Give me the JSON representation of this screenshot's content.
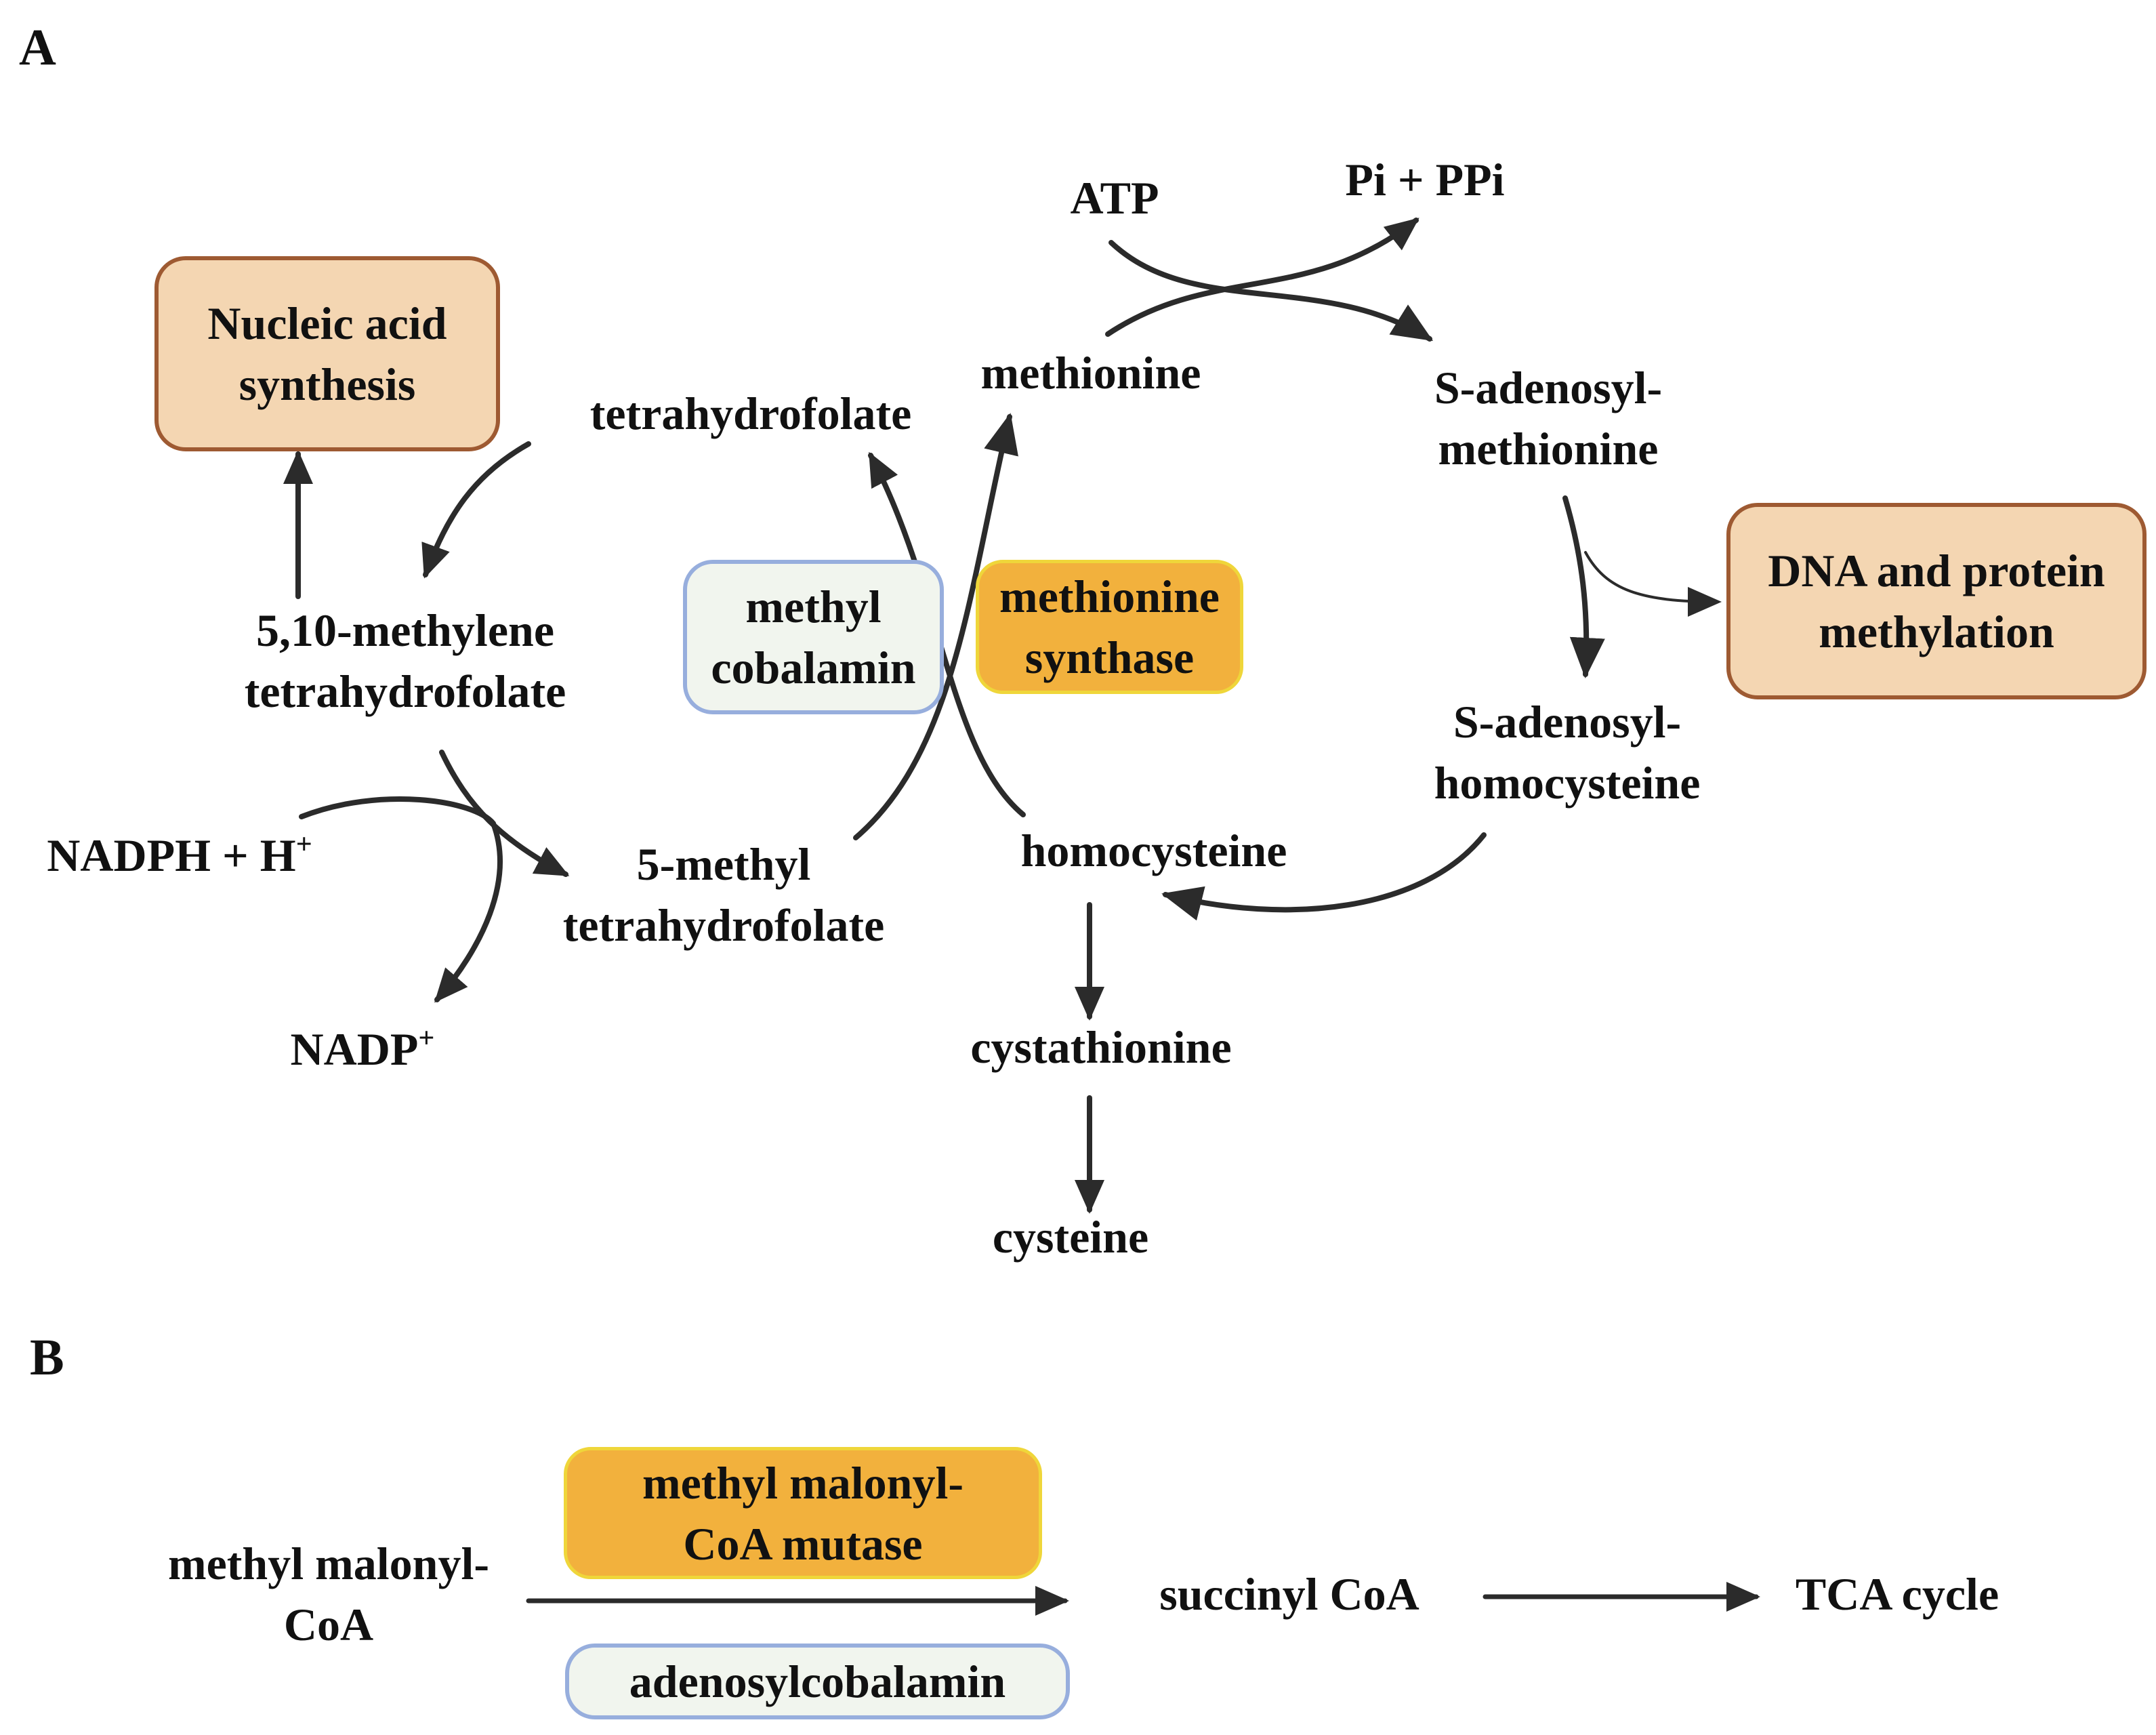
{
  "panels": {
    "a": "A",
    "b": "B"
  },
  "boxes": {
    "nucleic_acid_synthesis": "Nucleic acid\nsynthesis",
    "dna_protein_methylation": "DNA and protein\nmethylation",
    "methyl_cobalamin": "methyl\ncobalamin",
    "methionine_synthase": "methionine\nsynthase",
    "methyl_malonyl_coa_mutase": "methyl malonyl-\nCoA mutase",
    "adenosylcobalamin": "adenosylcobalamin"
  },
  "labels": {
    "atp": "ATP",
    "pi_ppi": "Pi + PPi",
    "methionine": "methionine",
    "s_adenosyl_methionine": "S-adenosyl-\nmethionine",
    "s_adenosyl_homocysteine": "S-adenosyl-\nhomocysteine",
    "homocysteine": "homocysteine",
    "cystathionine": "cystathionine",
    "cysteine": "cysteine",
    "tetrahydrofolate": "tetrahydrofolate",
    "methylene_thf": "5,10-methylene\ntetrahydrofolate",
    "methyl_thf": "5-methyl\ntetrahydrofolate",
    "nadph_base": "NADPH + H",
    "nadph_sup": "+",
    "nadp_base": "NADP",
    "nadp_sup": "+",
    "methyl_malonyl_coa": "methyl malonyl-\nCoA",
    "succinyl_coa": "succinyl CoA",
    "tca_cycle": "TCA cycle"
  },
  "colors": {
    "arrow": "#2b2b2b",
    "process_fill": "#f4d6b2",
    "process_border": "#9e5a32",
    "cofactor_fill": "#f1f5ee",
    "cofactor_border": "#97aedd",
    "enzyme_fill": "#f2b13d",
    "enzyme_border": "#efd63a"
  }
}
